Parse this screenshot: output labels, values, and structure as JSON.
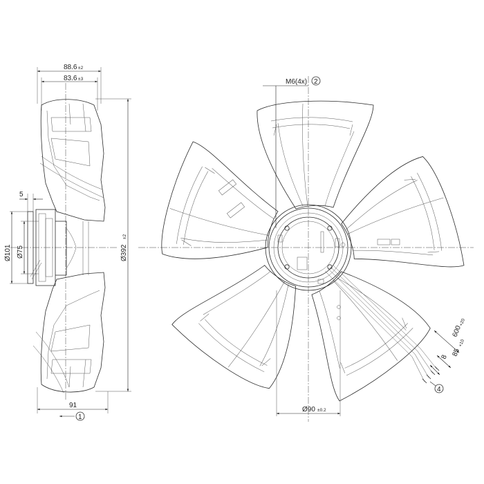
{
  "drawing": {
    "side_view": {
      "dim_overall_depth": "88.6",
      "dim_overall_depth_tol": "±2",
      "dim_blade_depth": "83.6",
      "dim_blade_depth_tol": "±3",
      "dim_motor_offset": "5",
      "dim_bore_outer": "Ø101",
      "dim_bore_inner": "Ø75",
      "dim_outer_diameter": "Ø392",
      "dim_outer_diameter_tol": "±2",
      "dim_base_depth": "91",
      "callout_airflow": "1"
    },
    "front_view": {
      "thread_label": "M6(4x)",
      "callout_thread": "2",
      "dim_hub_diameter": "Ø90",
      "dim_hub_diameter_tol": "±0.2",
      "dim_cable_length": "600",
      "dim_cable_length_tol": "+20",
      "dim_strip_length": "85",
      "dim_strip_length_tol": "+10",
      "dim_wire_strip": "8",
      "callout_cable": "4"
    }
  },
  "colors": {
    "line": "#2a2a2a",
    "background": "#ffffff"
  }
}
